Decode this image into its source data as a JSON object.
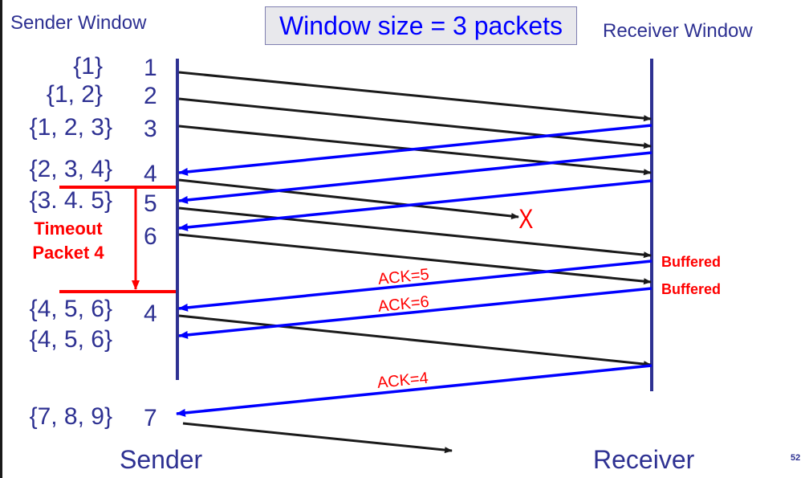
{
  "title_box": "Window size = 3 packets",
  "headers": {
    "sender_window": "Sender Window",
    "receiver_window": "Receiver Window"
  },
  "actors": {
    "sender": "Sender",
    "receiver": "Receiver"
  },
  "sender_rows": [
    {
      "window": "{1}",
      "seq": "1"
    },
    {
      "window": "{1, 2}",
      "seq": "2"
    },
    {
      "window": "{1, 2, 3}",
      "seq": "3"
    },
    {
      "window": "{2, 3, 4}",
      "seq": "4"
    },
    {
      "window": "{3. 4. 5}",
      "seq": "5"
    },
    {
      "window": "",
      "seq": "6"
    },
    {
      "window": "{4, 5, 6}",
      "seq": "4"
    },
    {
      "window": "{4, 5, 6}",
      "seq": ""
    },
    {
      "window": "{7, 8, 9}",
      "seq": "7"
    }
  ],
  "timeout_label": [
    "Timeout",
    "Packet 4"
  ],
  "receiver_notes": [
    "Buffered",
    "Buffered"
  ],
  "ack_labels": [
    "ACK=5",
    "ACK=6",
    "ACK=4"
  ],
  "loss_marker": "X",
  "page_number": "52",
  "colors": {
    "timeline": "#2e3192",
    "data_packet": "#1a1a1a",
    "ack": "#0000ff",
    "annotation": "#ff0000",
    "title_text": "#0000ff"
  },
  "messages": [
    {
      "kind": "data",
      "packet": "1",
      "from": "sender",
      "to": "receiver",
      "lost": false
    },
    {
      "kind": "data",
      "packet": "2",
      "from": "sender",
      "to": "receiver",
      "lost": false
    },
    {
      "kind": "data",
      "packet": "3",
      "from": "sender",
      "to": "receiver",
      "lost": false
    },
    {
      "kind": "ack",
      "from": "receiver",
      "to": "sender"
    },
    {
      "kind": "data",
      "packet": "4",
      "from": "sender",
      "to": "receiver",
      "lost": true
    },
    {
      "kind": "ack",
      "from": "receiver",
      "to": "sender"
    },
    {
      "kind": "data",
      "packet": "5",
      "from": "sender",
      "to": "receiver",
      "lost": false,
      "note": "Buffered"
    },
    {
      "kind": "ack",
      "from": "receiver",
      "to": "sender"
    },
    {
      "kind": "data",
      "packet": "6",
      "from": "sender",
      "to": "receiver",
      "lost": false,
      "note": "Buffered"
    },
    {
      "kind": "ack",
      "label": "ACK=5",
      "from": "receiver",
      "to": "sender"
    },
    {
      "kind": "data",
      "packet": "4",
      "from": "sender",
      "to": "receiver",
      "lost": false,
      "retransmit": true
    },
    {
      "kind": "ack",
      "label": "ACK=6",
      "from": "receiver",
      "to": "sender"
    },
    {
      "kind": "ack",
      "label": "ACK=4",
      "from": "receiver",
      "to": "sender"
    },
    {
      "kind": "data",
      "packet": "7",
      "from": "sender",
      "to": "receiver",
      "lost": false,
      "in_flight": true
    }
  ]
}
